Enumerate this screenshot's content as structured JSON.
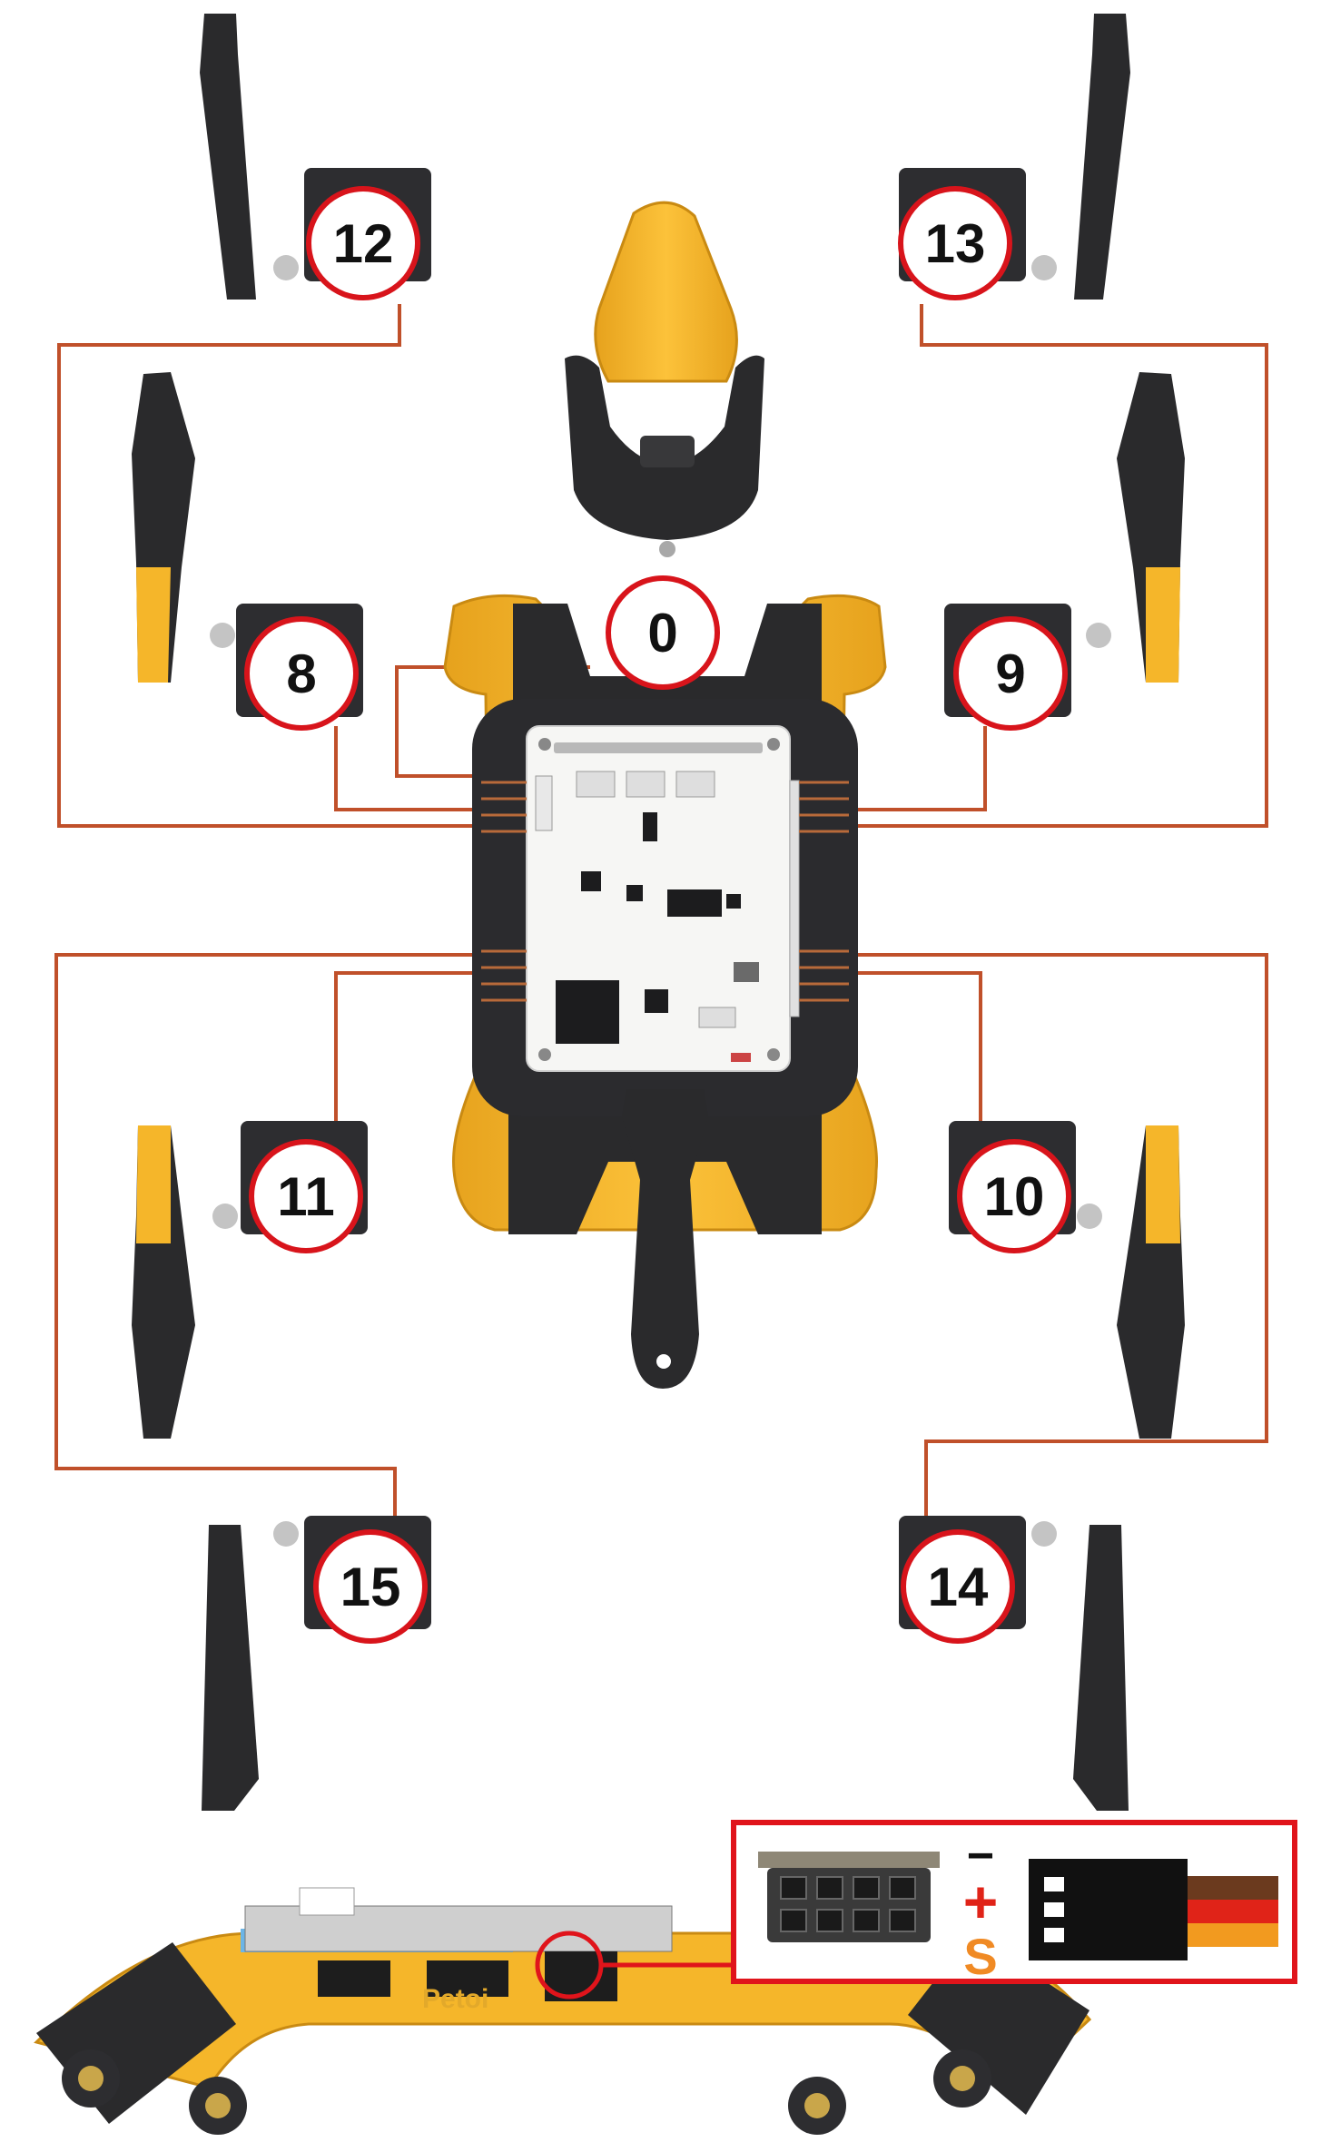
{
  "servo_labels": {
    "head": "0",
    "front_left_shoulder": "8",
    "front_right_shoulder": "9",
    "rear_right_shoulder": "10",
    "rear_left_shoulder": "11",
    "front_left_knee": "12",
    "front_right_knee": "13",
    "rear_right_knee": "14",
    "rear_left_knee": "15"
  },
  "side_view": {
    "body_text": "Petoi"
  },
  "pin_legend": {
    "ground": "−",
    "power": "+",
    "signal": "S"
  },
  "colors": {
    "wire": "#c0502a",
    "badge_ring": "#d8141b",
    "body_yellow": "#f5b62a",
    "body_black": "#2a2a2c",
    "legend_border": "#e0141b",
    "signal_orange": "#f08a24",
    "wire_brown": "#6b3a1e",
    "wire_red": "#e02318",
    "wire_orange": "#f29a1f"
  }
}
